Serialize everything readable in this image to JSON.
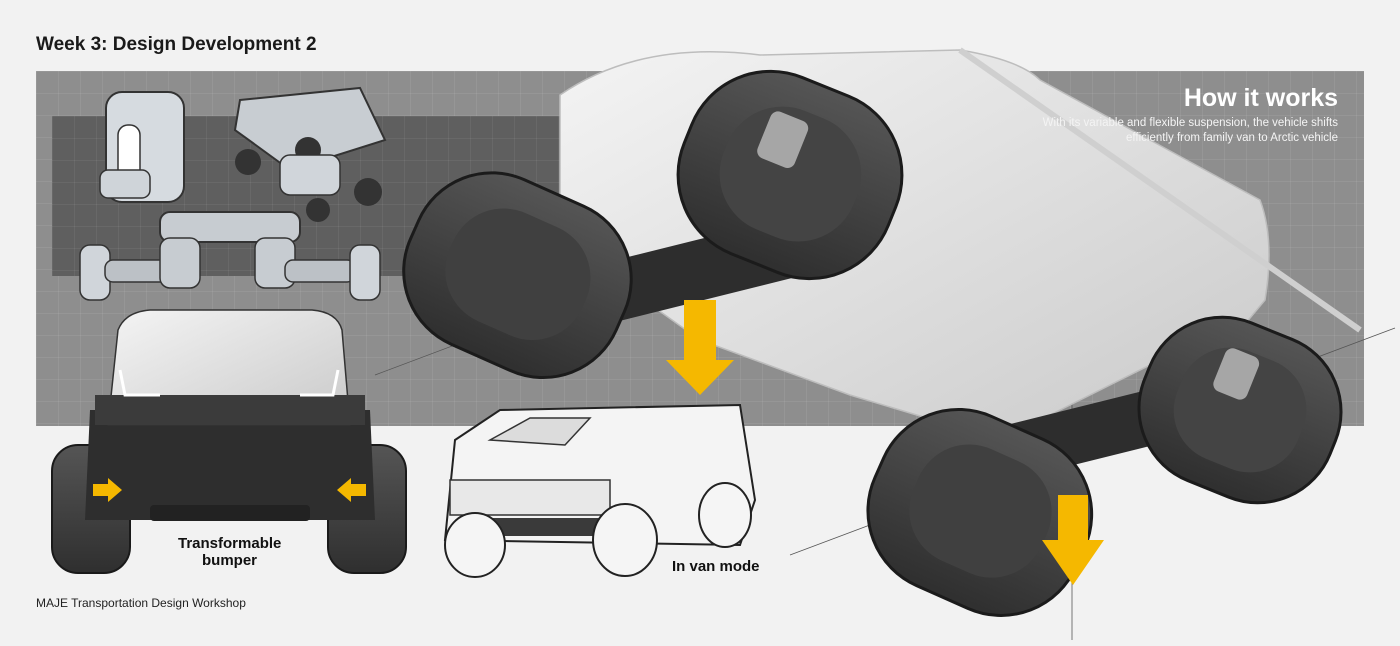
{
  "header": {
    "title": "Week 3: Design Development 2"
  },
  "how_it_works": {
    "title": "How it works",
    "body": "With its variable and flexible suspension, the vehicle shifts efficiently from family van to Arctic vehicle"
  },
  "captions": {
    "bumper_line1": "Transformable",
    "bumper_line2": "bumper",
    "van_mode": "In van mode"
  },
  "footer": {
    "text": "MAJE Transportation Design Workshop"
  },
  "colors": {
    "accent": "#f5b800",
    "panel": "#8e8e8e",
    "dark_panel": "#5f5f5f"
  }
}
